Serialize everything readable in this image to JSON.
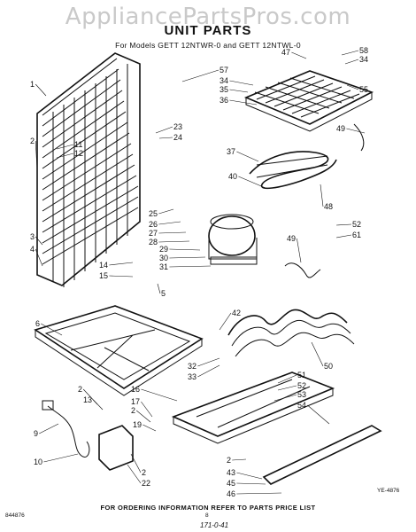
{
  "watermark": "AppliancePartsPros.com",
  "title": "UNIT PARTS",
  "subtitle": "For Models GETT 12NTWR-0 and GETT 12NTWL-0",
  "footer": "FOR ORDERING INFORMATION REFER TO PARTS PRICE LIST",
  "doc_code": "844876",
  "page_number": "8",
  "handwritten": "171-0-41",
  "figure_code": "YE-4876",
  "callouts": [
    {
      "id": "c1",
      "label": "1"
    },
    {
      "id": "c2a",
      "label": "2"
    },
    {
      "id": "c11",
      "label": "11"
    },
    {
      "id": "c12",
      "label": "12"
    },
    {
      "id": "c3",
      "label": "3"
    },
    {
      "id": "c4",
      "label": "4"
    },
    {
      "id": "c6",
      "label": "6"
    },
    {
      "id": "c14",
      "label": "14"
    },
    {
      "id": "c15",
      "label": "15"
    },
    {
      "id": "c5",
      "label": "5"
    },
    {
      "id": "c23",
      "label": "23"
    },
    {
      "id": "c24",
      "label": "24"
    },
    {
      "id": "c25",
      "label": "25"
    },
    {
      "id": "c26",
      "label": "26"
    },
    {
      "id": "c27",
      "label": "27"
    },
    {
      "id": "c28",
      "label": "28"
    },
    {
      "id": "c29",
      "label": "29"
    },
    {
      "id": "c30",
      "label": "30"
    },
    {
      "id": "c31",
      "label": "31"
    },
    {
      "id": "c57",
      "label": "57"
    },
    {
      "id": "c34a",
      "label": "34"
    },
    {
      "id": "c35",
      "label": "35"
    },
    {
      "id": "c36",
      "label": "36"
    },
    {
      "id": "c47",
      "label": "47"
    },
    {
      "id": "c58",
      "label": "58"
    },
    {
      "id": "c34b",
      "label": "34"
    },
    {
      "id": "c55",
      "label": "55"
    },
    {
      "id": "c49a",
      "label": "49"
    },
    {
      "id": "c37",
      "label": "37"
    },
    {
      "id": "c40",
      "label": "40"
    },
    {
      "id": "c48",
      "label": "48"
    },
    {
      "id": "c52a",
      "label": "52"
    },
    {
      "id": "c61",
      "label": "61"
    },
    {
      "id": "c49b",
      "label": "49"
    },
    {
      "id": "c42",
      "label": "42"
    },
    {
      "id": "c50",
      "label": "50"
    },
    {
      "id": "c32",
      "label": "32"
    },
    {
      "id": "c33",
      "label": "33"
    },
    {
      "id": "c51",
      "label": "51"
    },
    {
      "id": "c52b",
      "label": "52"
    },
    {
      "id": "c53",
      "label": "53"
    },
    {
      "id": "c54",
      "label": "54"
    },
    {
      "id": "c2b",
      "label": "2"
    },
    {
      "id": "c13",
      "label": "13"
    },
    {
      "id": "c16",
      "label": "16"
    },
    {
      "id": "c17",
      "label": "17"
    },
    {
      "id": "c2c",
      "label": "2"
    },
    {
      "id": "c19",
      "label": "19"
    },
    {
      "id": "c9",
      "label": "9"
    },
    {
      "id": "c10",
      "label": "10"
    },
    {
      "id": "c2d",
      "label": "2"
    },
    {
      "id": "c22",
      "label": "22"
    },
    {
      "id": "c2e",
      "label": "2"
    },
    {
      "id": "c43",
      "label": "43"
    },
    {
      "id": "c45",
      "label": "45"
    },
    {
      "id": "c46",
      "label": "46"
    }
  ]
}
